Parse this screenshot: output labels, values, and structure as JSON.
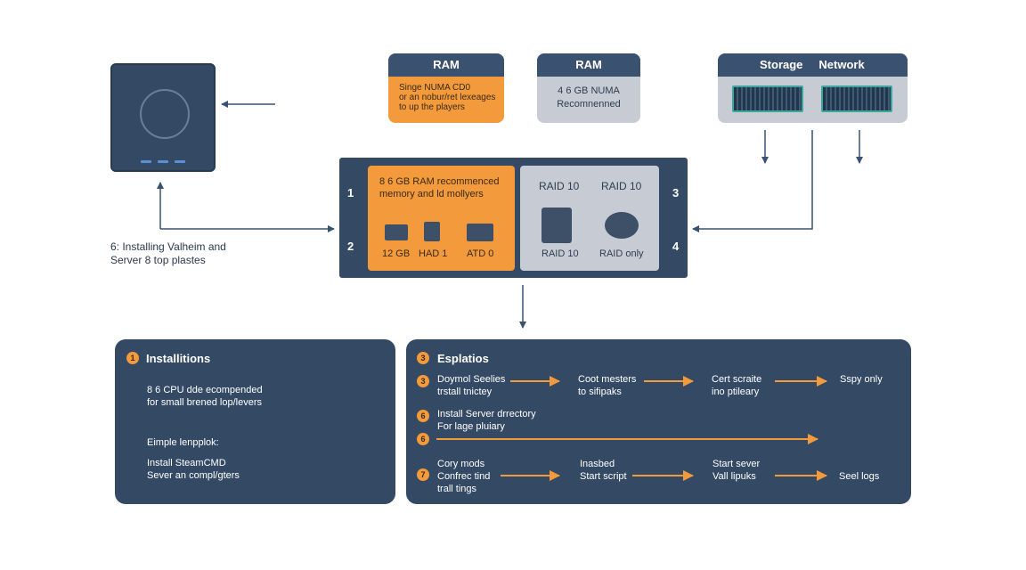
{
  "side_label": {
    "line1": "6: Installing Valheim and",
    "line2": "Server 8 top plastes"
  },
  "cards": {
    "ram1": {
      "title": "RAM",
      "lines": [
        "Singe NUMA CD0",
        "or an nobur/ret lexeages",
        "to up the players"
      ]
    },
    "ram2": {
      "title": "RAM",
      "lines": [
        "4 6 GB NUMA",
        "Recomnenned"
      ]
    },
    "storage": {
      "title1": "Storage",
      "title2": "Network"
    }
  },
  "rack": {
    "slots": [
      "1",
      "2",
      "3",
      "4"
    ],
    "left": {
      "line1": "8 6 GB RAM recommenced",
      "line2": "memory and ld mollyers",
      "labels": [
        "12 GB",
        "HAD 1",
        "ATD 0"
      ]
    },
    "right": {
      "top": [
        "RAID 10",
        "RAID 10"
      ],
      "bottom": [
        "RAID 10",
        "RAID only"
      ]
    }
  },
  "panel_left": {
    "title": "Installitions",
    "badge": "1",
    "lines1": [
      "8 6 CPU dde ecompended",
      "for small brened lop/levers"
    ],
    "line2": "Eimple lenpplok:",
    "lines3": [
      "Install SteamCMD",
      "Sever an compl/gters"
    ]
  },
  "panel_right": {
    "title": "Esplatios",
    "badge": "3",
    "row1": {
      "badge": "3",
      "steps": [
        [
          "Doymol Seelies",
          "trstall tnictey"
        ],
        [
          "Coot mesters",
          "to sifipaks"
        ],
        [
          "Cert scraite",
          "ino ptileary"
        ],
        [
          "Sspy only"
        ]
      ]
    },
    "row2": {
      "badge": "6",
      "lines": [
        "Install Server drrectory",
        "For lage pluiary"
      ]
    },
    "row3": {
      "badge": "6"
    },
    "row4": {
      "badge": "7",
      "steps": [
        [
          "Cory mods",
          "Confrec tind",
          "trall tings"
        ],
        [
          "Inasbed",
          "Start script"
        ],
        [
          "Start sever",
          "Vall lipuks"
        ],
        [
          "Seel logs"
        ]
      ]
    }
  },
  "colors": {
    "navy": "#344a64",
    "orange": "#f29a3c",
    "grey": "#c7ccd4",
    "arrow": "#3a5270"
  }
}
